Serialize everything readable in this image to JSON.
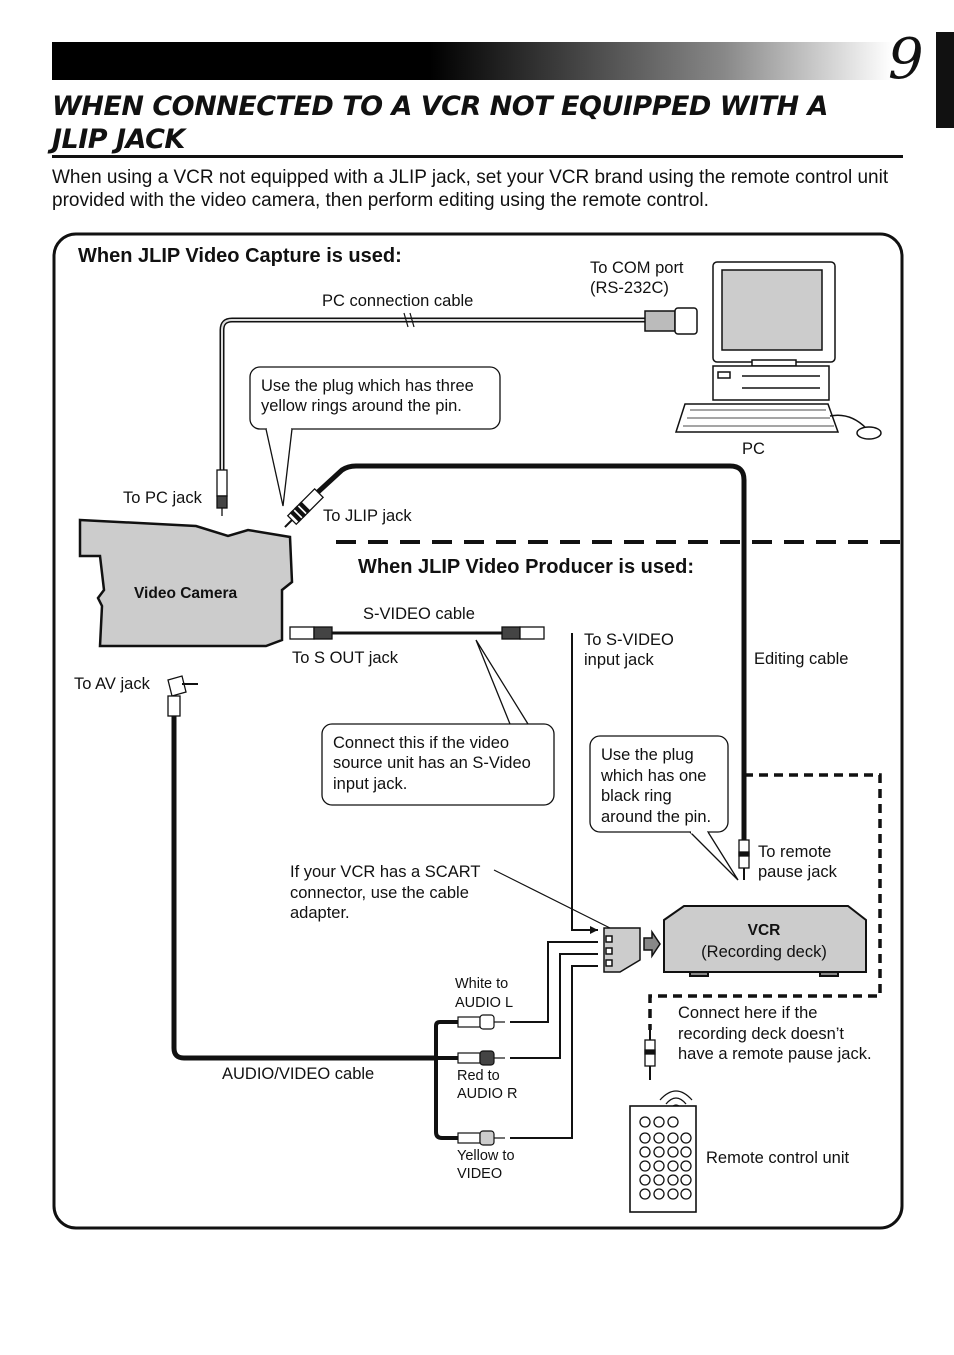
{
  "page": {
    "number": "9"
  },
  "title": "WHEN CONNECTED TO A VCR NOT EQUIPPED WITH A JLIP JACK",
  "intro": "When using a VCR not equipped with a JLIP jack, set your VCR brand using the remote control unit provided with the video camera, then perform editing using the remote control.",
  "diagram": {
    "section_capture": "When JLIP Video Capture is used:",
    "section_producer": "When JLIP Video Producer is used:",
    "pc_connection_cable": "PC connection cable",
    "com_port": [
      "To COM port",
      "(RS-232C)"
    ],
    "pc": "PC",
    "callout_three_rings": [
      "Use the plug which has three",
      "yellow rings around the pin."
    ],
    "to_pc_jack": "To PC jack",
    "to_jlip_jack": "To JLIP jack",
    "video_camera": "Video Camera",
    "svideo_cable": "S-VIDEO cable",
    "to_s_out_jack": "To S OUT jack",
    "to_svideo_input": [
      "To S-VIDEO",
      "input jack"
    ],
    "editing_cable": "Editing cable",
    "to_av_jack": "To AV jack",
    "callout_svideo": [
      "Connect this if the video",
      "source unit has an S-Video",
      "input jack."
    ],
    "callout_black_ring": [
      "Use the plug",
      "which has one",
      "black ring",
      "around the pin."
    ],
    "to_remote_pause": [
      "To remote",
      "pause jack"
    ],
    "scart_note": [
      "If your VCR has a SCART",
      "connector, use the cable",
      "adapter."
    ],
    "vcr_label": "VCR",
    "vcr_sub": "(Recording deck)",
    "white_audio": [
      "White to",
      "AUDIO L"
    ],
    "red_audio": [
      "Red to",
      "AUDIO R"
    ],
    "yellow_video": [
      "Yellow to",
      "VIDEO"
    ],
    "av_cable": "AUDIO/VIDEO cable",
    "connect_here": [
      "Connect here if the",
      "recording deck doesn’t",
      "have a remote pause jack."
    ],
    "remote_unit": "Remote control unit"
  }
}
